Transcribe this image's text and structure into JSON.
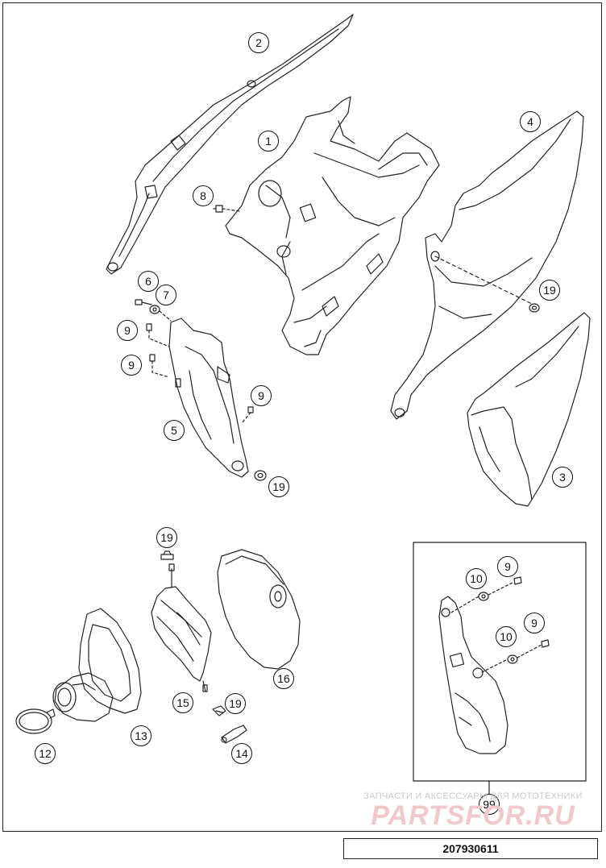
{
  "callouts": {
    "p1": "1",
    "p2": "2",
    "p3": "3",
    "p4": "4",
    "p5": "5",
    "p6": "6",
    "p7": "7",
    "p8": "8",
    "p9a": "9",
    "p9b": "9",
    "p9c": "9",
    "p9d": "9",
    "p9e": "9",
    "p10a": "10",
    "p10b": "10",
    "p12": "12",
    "p13": "13",
    "p14": "14",
    "p15": "15",
    "p16": "16",
    "p19a": "19",
    "p19b": "19",
    "p19c": "19",
    "p19d": "19",
    "p99": "99"
  },
  "watermark": {
    "line1": "ЗАПЧАСТИ И АКСЕССУАРЫ ДЛЯ МОТОТЕХНИКИ",
    "line2": "PARTSFOR.RU"
  },
  "document_number": "207930611",
  "colors": {
    "line": "#222222",
    "watermark": "#f1c9cc"
  }
}
